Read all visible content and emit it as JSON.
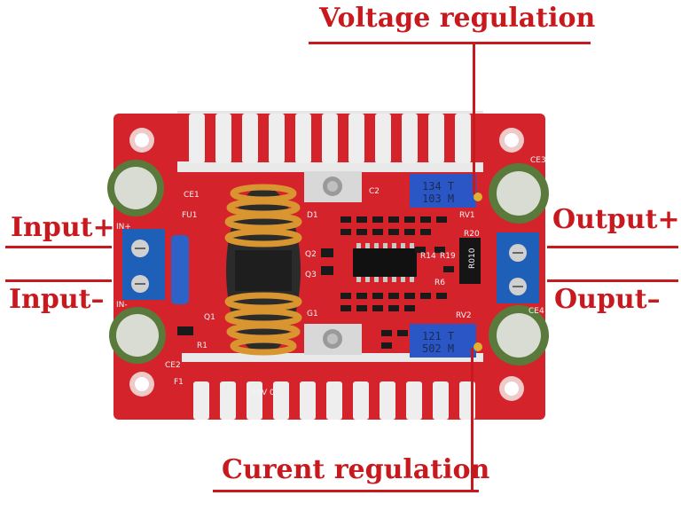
{
  "labels": {
    "voltage": "Voltage regulation",
    "current": "Curent regulation",
    "input_plus": "Input+",
    "input_minus": "Input–",
    "output_plus": "Output+",
    "output_minus": "Ouput–"
  },
  "silkscreen": {
    "ce1": "CE1",
    "ce2": "CE2",
    "ce3": "CE3",
    "ce4": "CE4",
    "fu1": "FU1",
    "in_plus": "IN+",
    "in_minus": "IN-",
    "d1": "D1",
    "c2": "C2",
    "q1": "Q1",
    "q2": "Q2",
    "q3": "Q3",
    "r1": "R1",
    "g1": "G1",
    "rv1": "RV1",
    "rv2": "RV2",
    "r19": "R19",
    "r14": "R14",
    "r20": "R20",
    "r6": "R6",
    "r010": "R010",
    "f1": "F1",
    "rev": "REV 0"
  },
  "potentiometers": {
    "top": {
      "line1": "134 T",
      "line2": "103 M"
    },
    "bottom": {
      "line1": "121 T",
      "line2": "502 M"
    }
  },
  "colors": {
    "label_red": "#c8191e",
    "pcb_red": "#d4232b",
    "heatsink": "#eeeeee",
    "terminal_blue": "#1e5fb8",
    "pot_blue": "#2a56c6",
    "capacitor_green": "#5a7a3c"
  }
}
